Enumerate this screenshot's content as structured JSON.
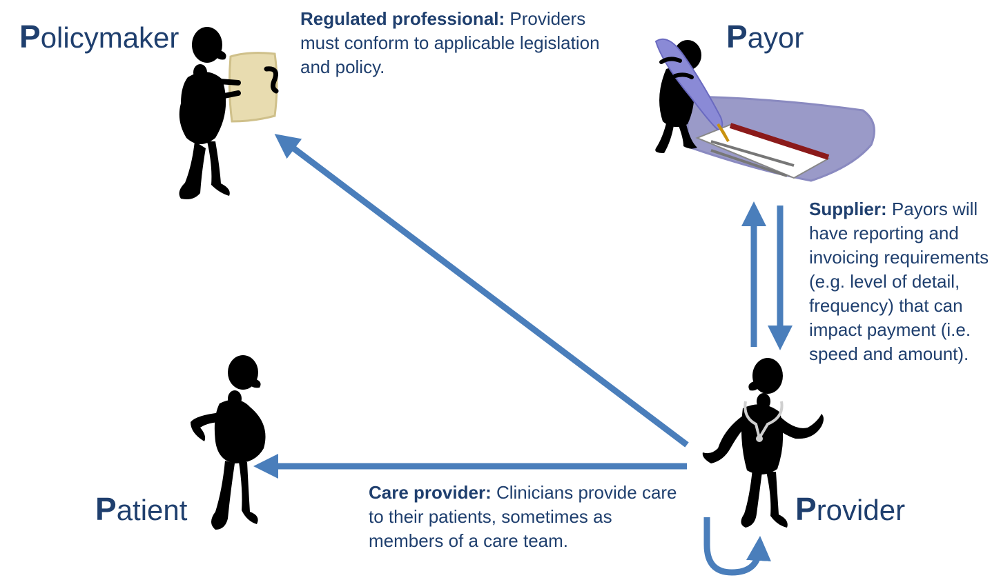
{
  "roles": {
    "policymaker": {
      "initial": "P",
      "rest": "olicymaker"
    },
    "payor": {
      "initial": "P",
      "rest": "ayor"
    },
    "patient": {
      "initial": "P",
      "rest": "atient"
    },
    "provider": {
      "initial": "P",
      "rest": "rovider"
    }
  },
  "relationships": {
    "regulated": {
      "term": "Regulated professional:",
      "text": " Providers must conform to applicable legislation and policy."
    },
    "supplier": {
      "term": "Supplier:",
      "text": " Payors will have reporting and invoicing requirements (e.g. level of detail, frequency) that can impact payment (i.e. speed and amount)."
    },
    "care": {
      "term": "Care provider:",
      "text": " Clinicians provide care to their patients, sometimes as members of a care team."
    }
  },
  "colors": {
    "arrow": "#4a7ebb",
    "label": "#1f3f6e",
    "figure": "#000000",
    "scroll": "#e8dcb0",
    "pen": "#8a8ad6",
    "folder": "#9a9ac8",
    "folder_stripe": "#8b1a1a",
    "nib": "#e6b422"
  },
  "icons": {
    "policymaker": "person-holding-scroll-icon",
    "payor": "person-with-pen-and-ledger-icon",
    "patient": "pregnant-person-icon",
    "provider": "person-with-stethoscope-icon"
  }
}
